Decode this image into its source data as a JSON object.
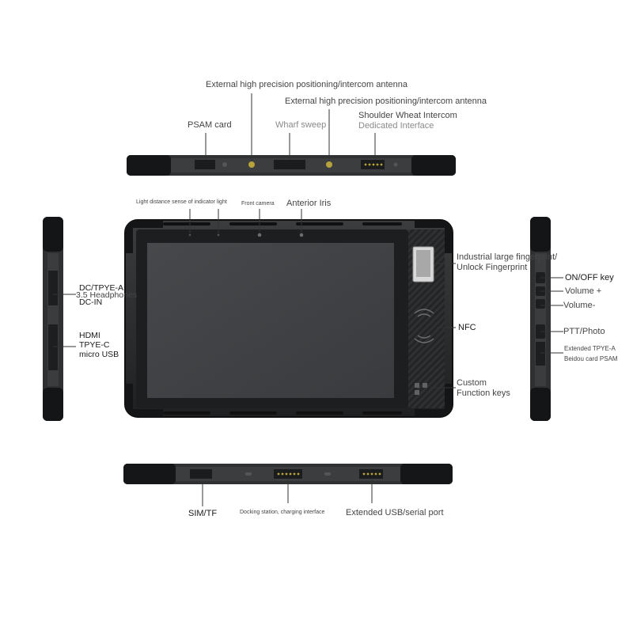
{
  "labels": {
    "ext_antenna_1": "External high precision positioning/intercom antenna",
    "ext_antenna_2": "External high precision positioning/intercom antenna",
    "psam_card": "PSAM card",
    "wharf_sweep": "Wharf sweep",
    "shoulder_intercom_1": "Shoulder Wheat Intercom",
    "shoulder_intercom_2": "Dedicated Interface",
    "light_distance_sense": "Light distance sense of indicator light",
    "front_camera": "Front camera",
    "anterior_iris": "Anterior Iris",
    "fingerprint_1": "Industrial large fingerprint/",
    "fingerprint_2": "Unlock Fingerprint",
    "nfc": "NFC",
    "custom_keys_1": "Custom",
    "custom_keys_2": "Function keys",
    "dc_typea": "DC/TPYE-A",
    "headphones": "3.5 Headphones",
    "dc_power": "DC-IN",
    "hdmi": "HDMI",
    "typec": "TPYE-C",
    "micro_usb": "micro USB",
    "on_off": "ON/OFF key",
    "volume_plus": "Volume +",
    "volume_minus": "Volume-",
    "ptt_photo": "PTT/Photo",
    "extended_typea": "Extended TPYE-A",
    "beidou_psam": "Beidou card PSAM",
    "sim_tf": "SIM/TF",
    "docking": "Docking station, charging interface",
    "extended_usb": "Extended USB/serial port"
  },
  "colors": {
    "body": "#2b2d2e",
    "bumper": "#151617",
    "screen": "#3f4144",
    "leader_line": "#333333"
  }
}
